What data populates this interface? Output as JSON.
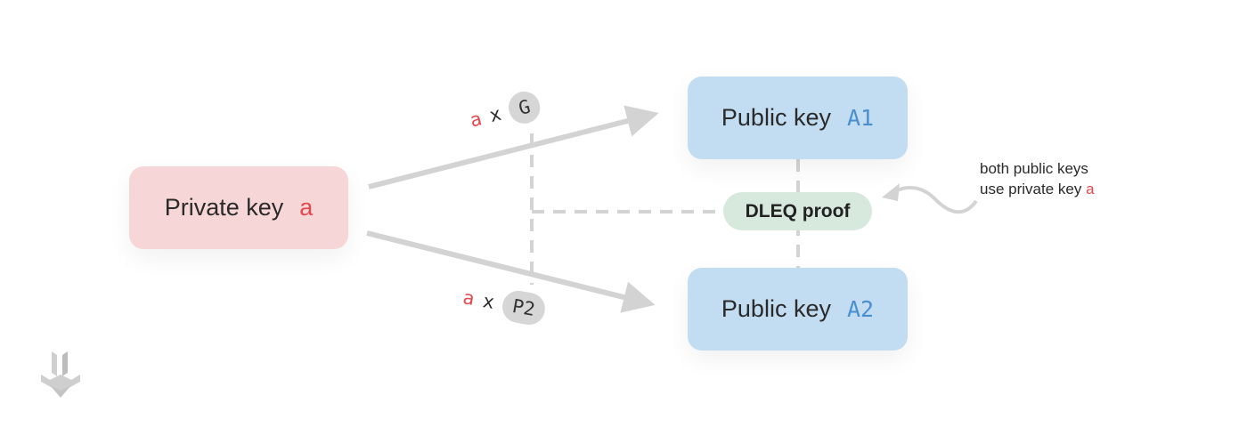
{
  "private_key": {
    "label": "Private key",
    "var": "a"
  },
  "public_key_1": {
    "label": "Public key",
    "var": "A1"
  },
  "public_key_2": {
    "label": "Public key",
    "var": "A2"
  },
  "op_1": {
    "scalar": "a",
    "times": "x",
    "point": "G"
  },
  "op_2": {
    "scalar": "a",
    "times": "x",
    "point": "P2"
  },
  "proof": {
    "label": "DLEQ proof"
  },
  "annotation": {
    "line1": "both public keys",
    "line2_prefix": "use private key ",
    "line2_var": "a"
  },
  "colors": {
    "private_fill": "#f7d6d7",
    "public_fill": "#c2dcf1",
    "proof_fill": "#d6e9dc",
    "accent_red": "#e5484d",
    "accent_blue": "#4a8fd0",
    "connector": "#d3d3d3"
  },
  "icons": {
    "logo": "stacked-blocks-logo-icon"
  }
}
